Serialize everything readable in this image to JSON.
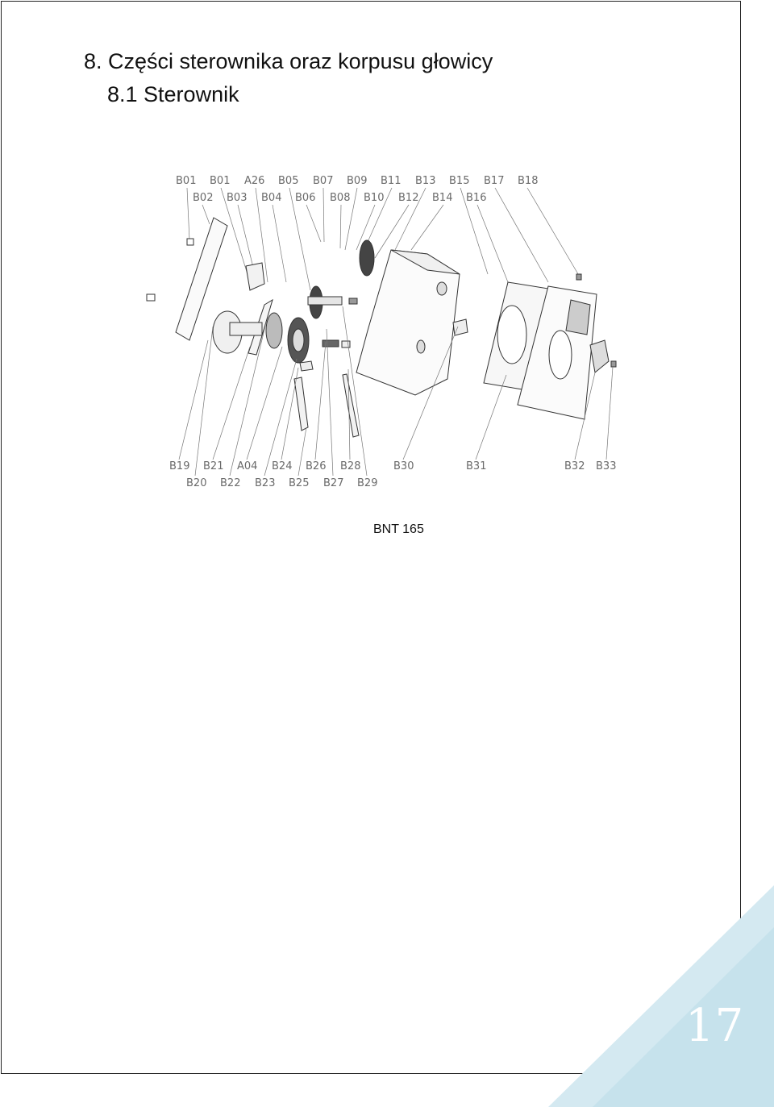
{
  "heading": "8. Części sterownika oraz korpusu głowicy",
  "subheading": "8.1 Sterownik",
  "diagram": {
    "top_labels_row1": [
      "B01",
      "B01",
      "A26",
      "B05",
      "B07",
      "B09",
      "B11",
      "B13",
      "B15",
      "B17",
      "B18"
    ],
    "top_labels_row2": [
      "B02",
      "B03",
      "B04",
      "B06",
      "B08",
      "B10",
      "B12",
      "B14",
      "B16"
    ],
    "bottom_labels_row1": [
      "B19",
      "B21",
      "A04",
      "B24",
      "B26",
      "B28",
      "B30",
      "B31",
      "B32",
      "B33"
    ],
    "bottom_labels_row2": [
      "B20",
      "B22",
      "B23",
      "B25",
      "B27",
      "B29"
    ]
  },
  "model_label": "BNT 165",
  "page_number": "17",
  "colors": {
    "accent": "#cfe6ef",
    "text": "#111111",
    "callout": "#6a6a6a"
  }
}
